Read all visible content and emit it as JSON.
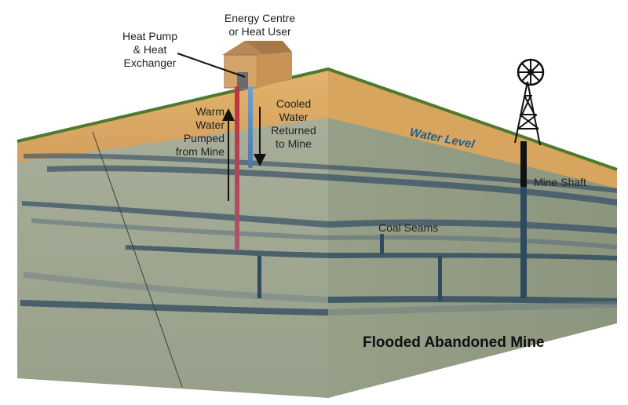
{
  "labels": {
    "energy_centre": [
      "Energy Centre",
      "or Heat User"
    ],
    "heat_pump": [
      "Heat Pump",
      "& Heat",
      "Exchanger"
    ],
    "warm_water": [
      "Warm",
      "Water",
      "Pumped",
      "from Mine"
    ],
    "cooled_water": [
      "Cooled",
      "Water",
      "Returned",
      "to Mine"
    ],
    "water_level": "Water Level",
    "mine_shaft": "Mine Shaft",
    "coal_seams": "Coal Seams",
    "title": "Flooded Abandoned Mine"
  },
  "colors": {
    "soil": "#d9a862",
    "rock_front": "#9ea58e",
    "rock_side": "#8f9880",
    "grass": "#4f7a2e",
    "seam": "#2e4a5e",
    "warm_pipe": "#b5313c",
    "cool_pipe": "#5b86b5",
    "building": "#d4a36a",
    "roof": "#b8875a",
    "water_level_text": "#1f5f8e"
  }
}
